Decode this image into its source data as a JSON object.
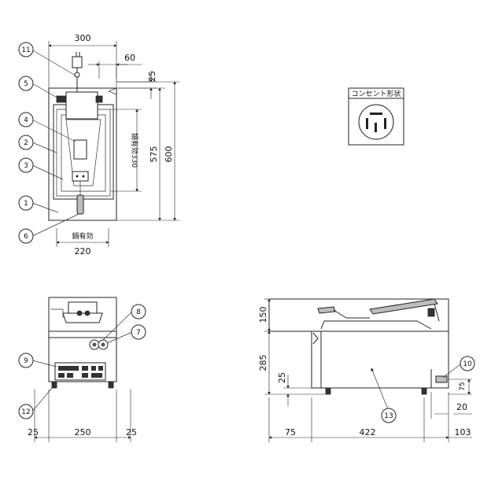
{
  "top_view": {
    "dim_width": "300",
    "dim_offset": "60",
    "dim_top": "25",
    "dim_575": "575",
    "dim_600": "600",
    "dim_330": "鍋有効330",
    "dim_220": "220",
    "pot_effective": "鍋有効"
  },
  "socket": {
    "title": "コンセント形状"
  },
  "front_view": {
    "dim_left": "25",
    "dim_mid": "250",
    "dim_right": "25"
  },
  "side_view": {
    "dim_150": "150",
    "dim_285": "285",
    "dim_25": "25",
    "dim_75_bottom": "75",
    "dim_422": "422",
    "dim_103": "103",
    "dim_20": "20",
    "dim_75_right": "75"
  },
  "callouts": [
    "1",
    "2",
    "3",
    "4",
    "5",
    "6",
    "7",
    "8",
    "9",
    "10",
    "11",
    "12",
    "13"
  ]
}
